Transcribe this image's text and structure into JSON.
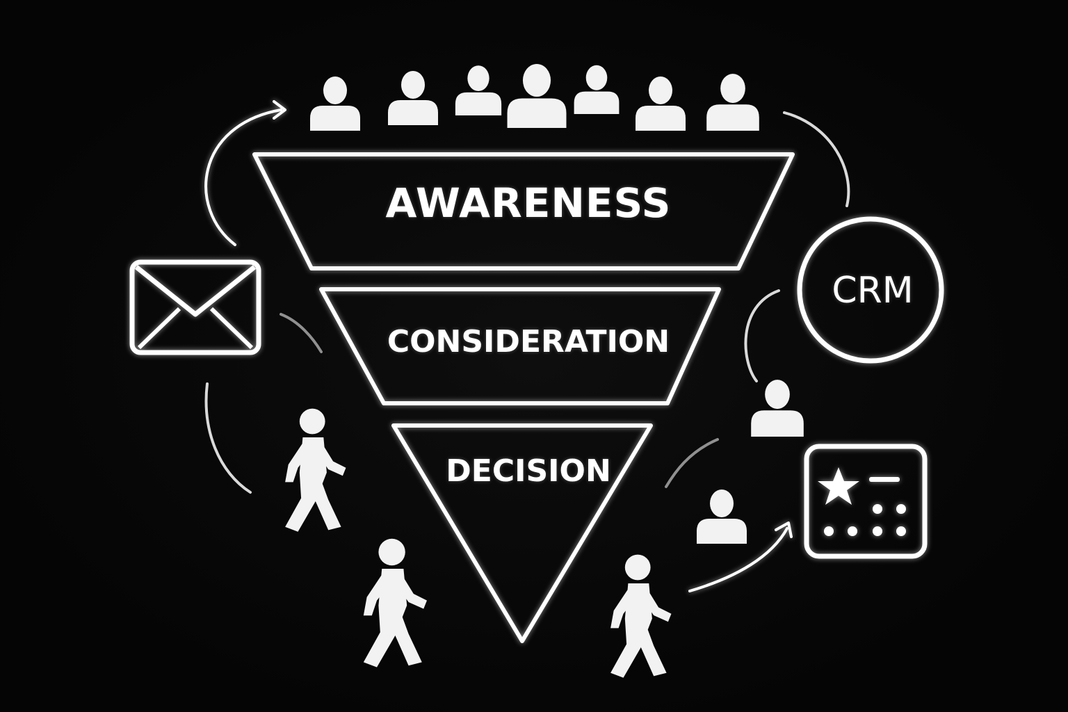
{
  "funnel": {
    "stages": [
      {
        "label": "AWARENESS"
      },
      {
        "label": "CONSIDERATION"
      },
      {
        "label": "DECISION"
      }
    ]
  },
  "crm": {
    "label": "CRM"
  },
  "icons": [
    "person-icon",
    "envelope-icon",
    "walking-person-icon",
    "rating-card-icon",
    "star-icon"
  ],
  "colors": {
    "background": "#060606",
    "foreground": "#ffffff",
    "funnel_fill": "#111111"
  }
}
